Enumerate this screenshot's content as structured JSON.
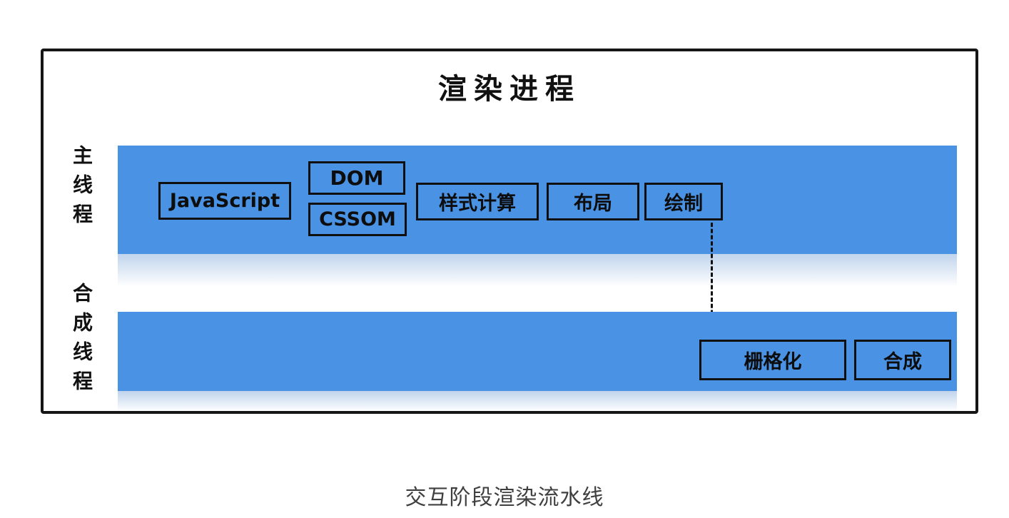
{
  "title": "渲染进程",
  "caption": "交互阶段渲染流水线",
  "main_thread": {
    "label": "主线程",
    "boxes": {
      "javascript": "JavaScript",
      "dom": "DOM",
      "cssom": "CSSOM",
      "style_calc": "样式计算",
      "layout": "布局",
      "paint": "绘制"
    }
  },
  "compositor_thread": {
    "label": "合成线程",
    "boxes": {
      "raster": "栅格化",
      "composite": "合成"
    }
  },
  "colors": {
    "bar_blue": "#4a92e4",
    "border_black": "#161616",
    "caption_gray": "#3f3f3f"
  }
}
